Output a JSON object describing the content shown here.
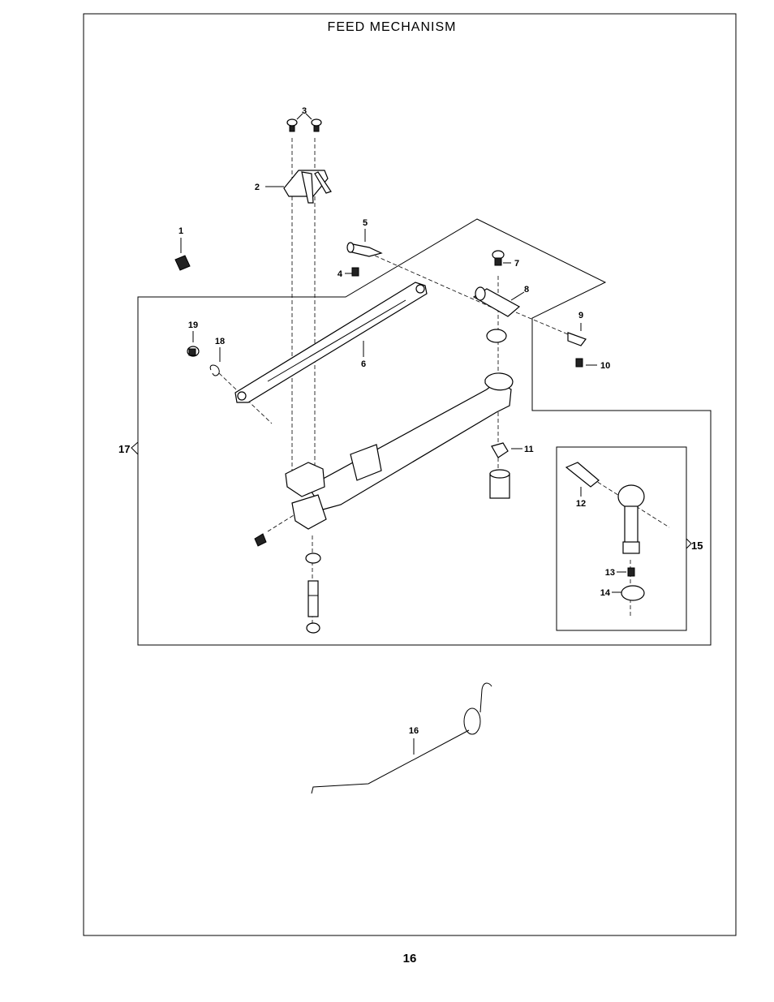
{
  "page": {
    "title": "FEED  MECHANISM",
    "page_number": "16"
  },
  "callouts": [
    "1",
    "2",
    "3",
    "4",
    "5",
    "6",
    "7",
    "8",
    "9",
    "10",
    "11",
    "12",
    "13",
    "14",
    "15",
    "16",
    "17",
    "18",
    "19"
  ]
}
